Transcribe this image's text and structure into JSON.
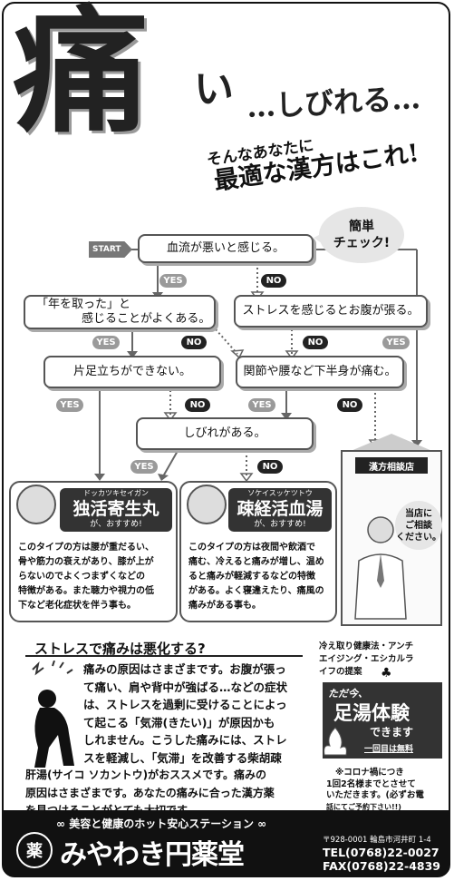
{
  "headline": {
    "big_kanji": "痛",
    "i": "い",
    "shibireru": "…しびれる…",
    "line2": "そんなあなたに",
    "line3": "最適な漢方はこれ!"
  },
  "flow": {
    "start": "START",
    "check_bubble": [
      "簡単",
      "チェック!"
    ],
    "q1": "血流が悪いと感じる。",
    "q2a": "「年を取った」と",
    "q2b": "感じることがよくある。",
    "q3": "ストレスを感じるとお腹が張る。",
    "q4": "片足立ちができない。",
    "q5": "関節や腰など下半身が痛む。",
    "q6": "しびれがある。",
    "yes": "YES",
    "no": "NO"
  },
  "results": [
    {
      "reading": "ドッカツキセイガン",
      "name": "独活寄生丸",
      "recommend": "が、おすすめ!",
      "text": [
        "このタイプの方は腰が重だるい、",
        "骨や筋力の衰えがあり、膝が上が",
        "らないのでよくつまずくなどの",
        "特徴がある。また聴力や視力の低",
        "下など老化症状を伴う事も。"
      ]
    },
    {
      "reading": "ソケイスッケツトウ",
      "name": "疎経活血湯",
      "recommend": "が、おすすめ!",
      "text": [
        "このタイプの方は夜間や飲酒で",
        "痛む、冷えると痛みが増し、温め",
        "ると痛みが軽減するなどの特徴",
        "がある。よく寝違えたり、痛風の",
        "痛みがある事も。"
      ]
    }
  ],
  "shop": {
    "sign": "漢方相談店",
    "consult": [
      "当店に",
      "ご相談",
      "ください。"
    ]
  },
  "stress": {
    "title": "ストレスで痛みは悪化する?",
    "lines_indented": [
      "痛みの原因はさまざまです。お腹が張っ",
      "て痛い、肩や背中が強ばる…などの症状",
      "は、ストレスを過剰に受けることによっ",
      "て起こる「気滞(きたい)」が原因かも",
      "しれません。こうした痛みには、ストレ",
      "スを軽減し、「気滞」を改善する柴胡疎"
    ],
    "lines_full": [
      "肝湯(サイコ ソカントウ)がおススメです。痛みの",
      "原因はさまざまです。あなたの痛みに合った漢方薬",
      "を見つけることがとても大切です。"
    ]
  },
  "side": {
    "head": [
      "冷え取り健康法・アンチ",
      "エイジング・エシカルラ",
      "イフの提案"
    ],
    "now": "ただ今、",
    "footbath": "足湯体験",
    "can": "できます",
    "free": "一回目は無料",
    "note": [
      "※コロナ禍につき",
      "1回2名様までとさせて",
      "いただきます。(必ずお電",
      "話にてご予約下さい!!)"
    ]
  },
  "footer": {
    "tagline": "美容と健康のホット安心ステーション",
    "logo_char": "薬",
    "name": "みやわき円薬堂",
    "address": "〒928-0001 輪島市河井町 1-4",
    "tel": "TEL(0768)22-0027",
    "fax": "FAX(0768)22-4839"
  }
}
